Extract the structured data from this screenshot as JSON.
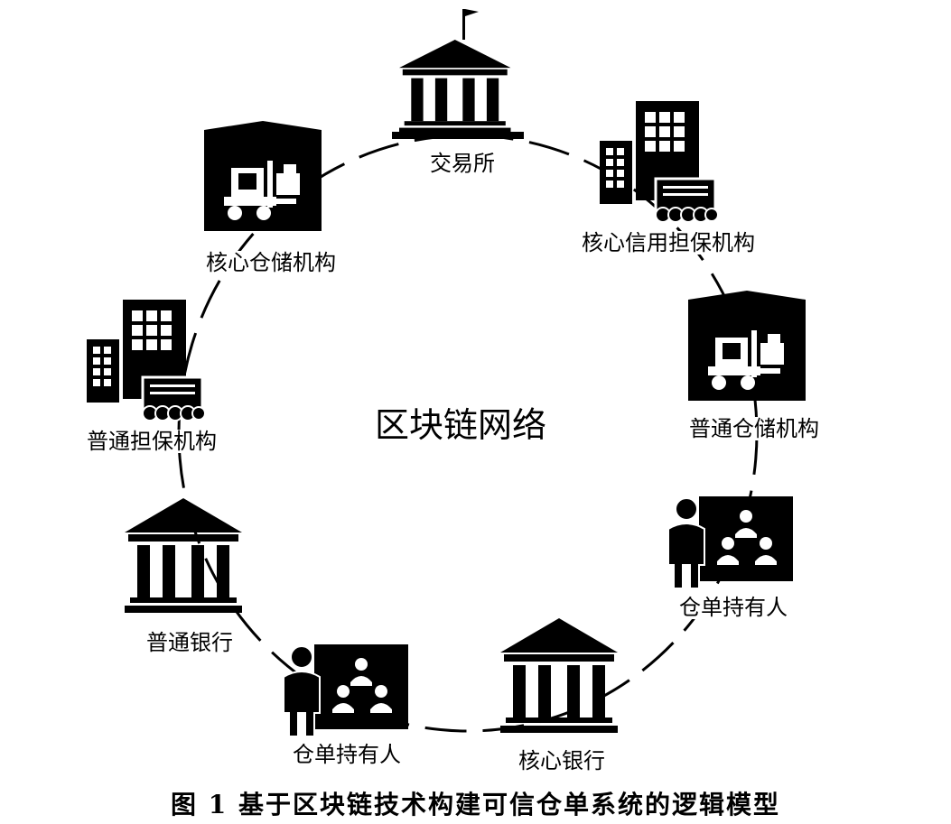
{
  "center_label": "区块链网络",
  "caption": "图 1 基于区块链技术构建可信仓单系统的逻辑模型",
  "nodes": {
    "exchange": "交易所",
    "core_credit_guarantor": "核心信用担保机构",
    "general_warehouse": "普通仓储机构",
    "receipt_holder_right": "仓单持有人",
    "core_bank": "核心银行",
    "receipt_holder_left": "仓单持有人",
    "general_bank": "普通银行",
    "general_guarantor": "普通担保机构",
    "core_warehouse": "核心仓储机构"
  },
  "icons": {
    "exchange": "bank-building-flag-icon",
    "core_credit_guarantor": "office-buildings-money-icon",
    "general_warehouse": "warehouse-forklift-icon",
    "receipt_holder_right": "person-presentation-icon",
    "core_bank": "bank-building-icon",
    "receipt_holder_left": "person-presentation-icon",
    "general_bank": "bank-building-icon",
    "general_guarantor": "office-buildings-money-icon",
    "core_warehouse": "warehouse-forklift-icon"
  }
}
